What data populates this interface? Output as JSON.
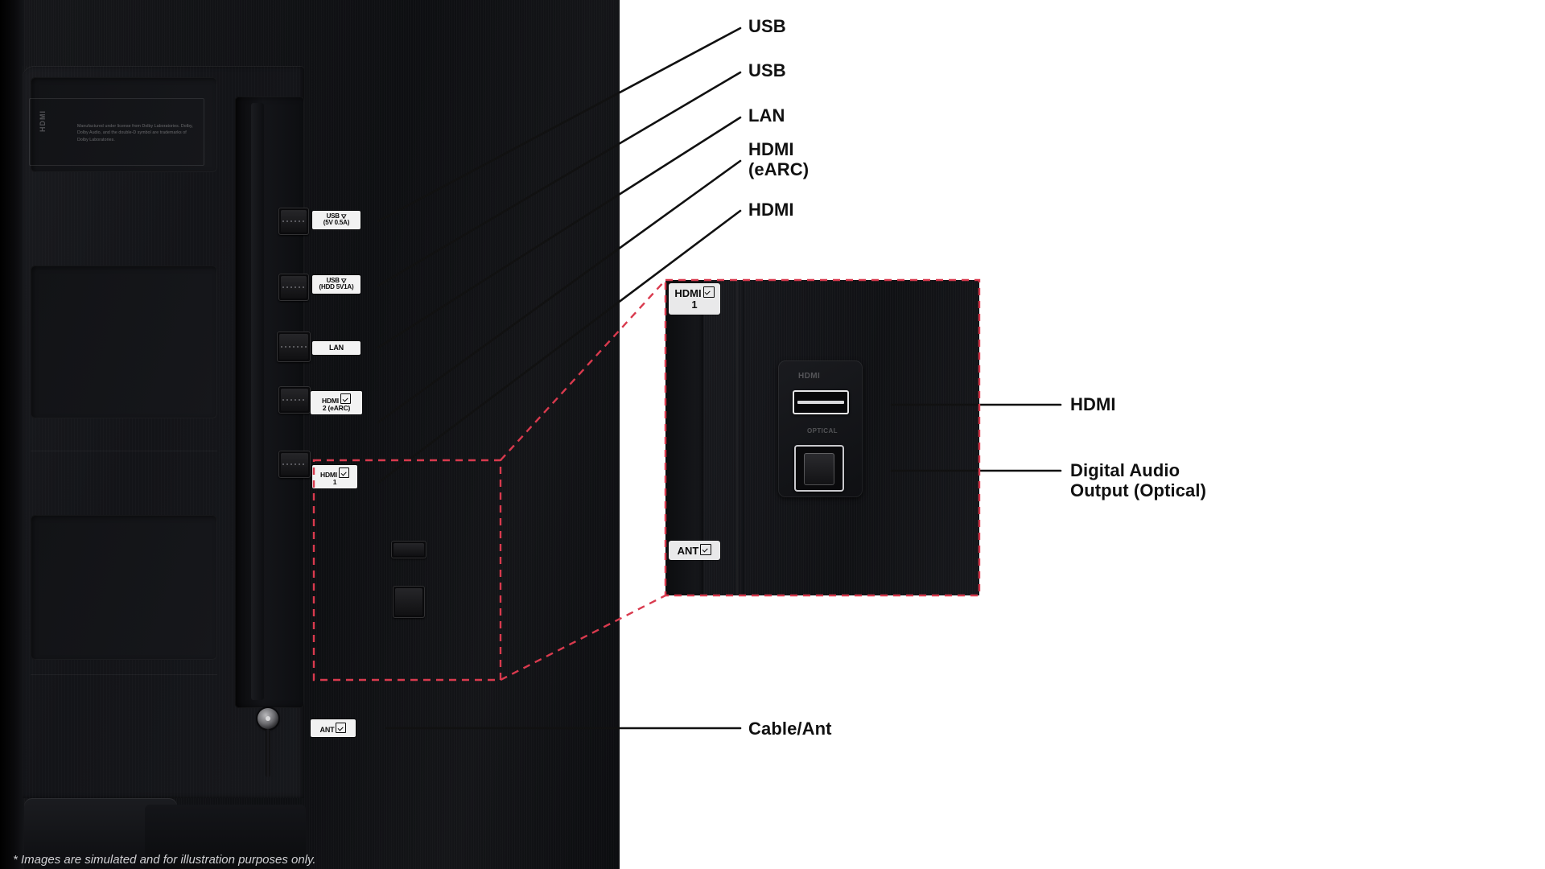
{
  "footnote": "* Images are simulated and for illustration purposes only.",
  "photo": {
    "dolby_license": "Manufactured under license from Dolby Laboratories. Dolby, Dolby Audio, and the double-D symbol are trademarks of Dolby Laboratories.",
    "hdmi_emboss": "HDMI"
  },
  "port_labels": [
    {
      "id": "usb1",
      "line1": "USB",
      "line2": "(5V 0.5A)",
      "usb_icon": true,
      "sq_icon": false
    },
    {
      "id": "usb2",
      "line1": "USB",
      "line2": "(HDD 5V1A)",
      "usb_icon": true,
      "sq_icon": false
    },
    {
      "id": "lan",
      "line1": "LAN",
      "line2": "",
      "usb_icon": false,
      "sq_icon": false
    },
    {
      "id": "hdmi2",
      "line1": "HDMI",
      "line2": "2 (eARC)",
      "usb_icon": false,
      "sq_icon": true
    },
    {
      "id": "hdmi1",
      "line1": "HDMI",
      "line2": "1",
      "usb_icon": false,
      "sq_icon": true
    },
    {
      "id": "ant",
      "line1": "ANT",
      "line2": "",
      "usb_icon": false,
      "sq_icon": true
    }
  ],
  "callouts": [
    {
      "id": "usb-top",
      "text": "USB"
    },
    {
      "id": "usb-second",
      "text": "USB"
    },
    {
      "id": "lan",
      "text": "LAN"
    },
    {
      "id": "hdmi-earc",
      "text": "HDMI\n(eARC)"
    },
    {
      "id": "hdmi",
      "text": "HDMI"
    },
    {
      "id": "cable-ant",
      "text": "Cable/Ant"
    }
  ],
  "inset": {
    "label_hdmi1_line1": "HDMI",
    "label_hdmi1_line2": "1",
    "label_ant": "ANT",
    "emboss_hdmi": "HDMI",
    "emboss_optical": "OPTICAL",
    "callouts": [
      {
        "id": "inset-hdmi",
        "text": "HDMI"
      },
      {
        "id": "inset-optical",
        "text": "Digital Audio\nOutput (Optical)"
      }
    ]
  },
  "colors": {
    "callout_line": "#111111",
    "dashed_region": "#d93a4e",
    "label_sticker": "#f2f2f2",
    "panel_dark": "#0d0d0d"
  }
}
